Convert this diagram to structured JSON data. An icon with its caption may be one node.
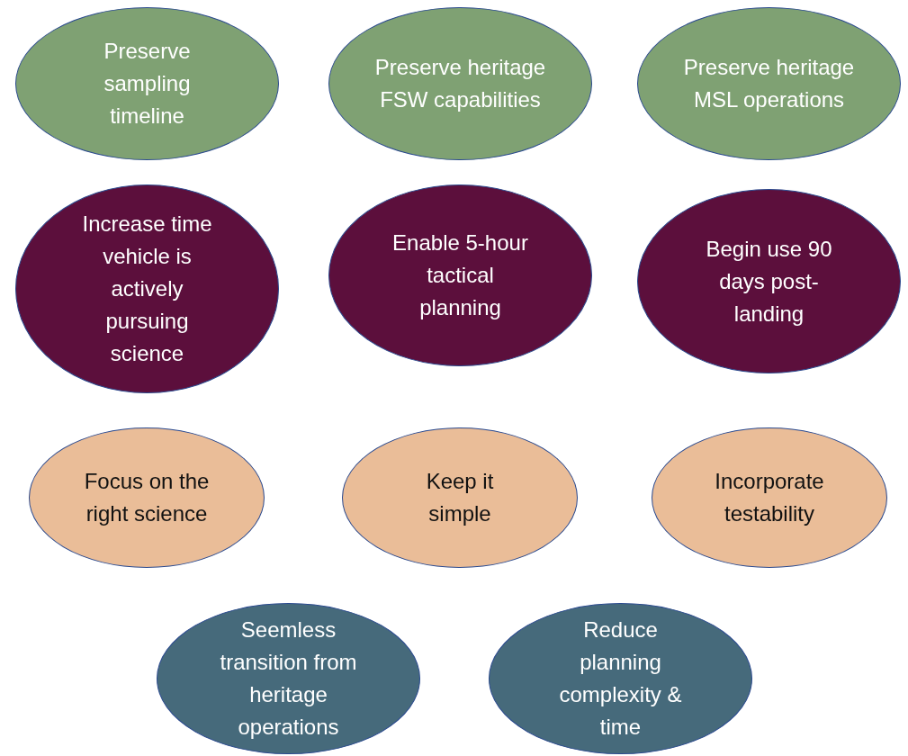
{
  "diagram": {
    "nodes": [
      {
        "text": [
          "Preserve sampling timeline"
        ]
      },
      {
        "text": [
          "Preserve heritage FSW capabilities"
        ]
      },
      {
        "text": [
          "Preserve heritage MSL operations"
        ]
      },
      {
        "text": [
          "Increase time vehicle is actively pursuing science"
        ]
      },
      {
        "text": [
          "Enable 5-hour tactical planning"
        ]
      },
      {
        "text": [
          "Begin use 90 days post-landing"
        ]
      },
      {
        "text": [
          "Focus on the right science"
        ]
      },
      {
        "text": [
          "Keep it simple"
        ]
      },
      {
        "text": [
          "Incorporate testability"
        ]
      },
      {
        "text": [
          "Seemless transition from heritage operations"
        ]
      },
      {
        "text": [
          "Reduce planning complexity & time"
        ]
      }
    ]
  }
}
